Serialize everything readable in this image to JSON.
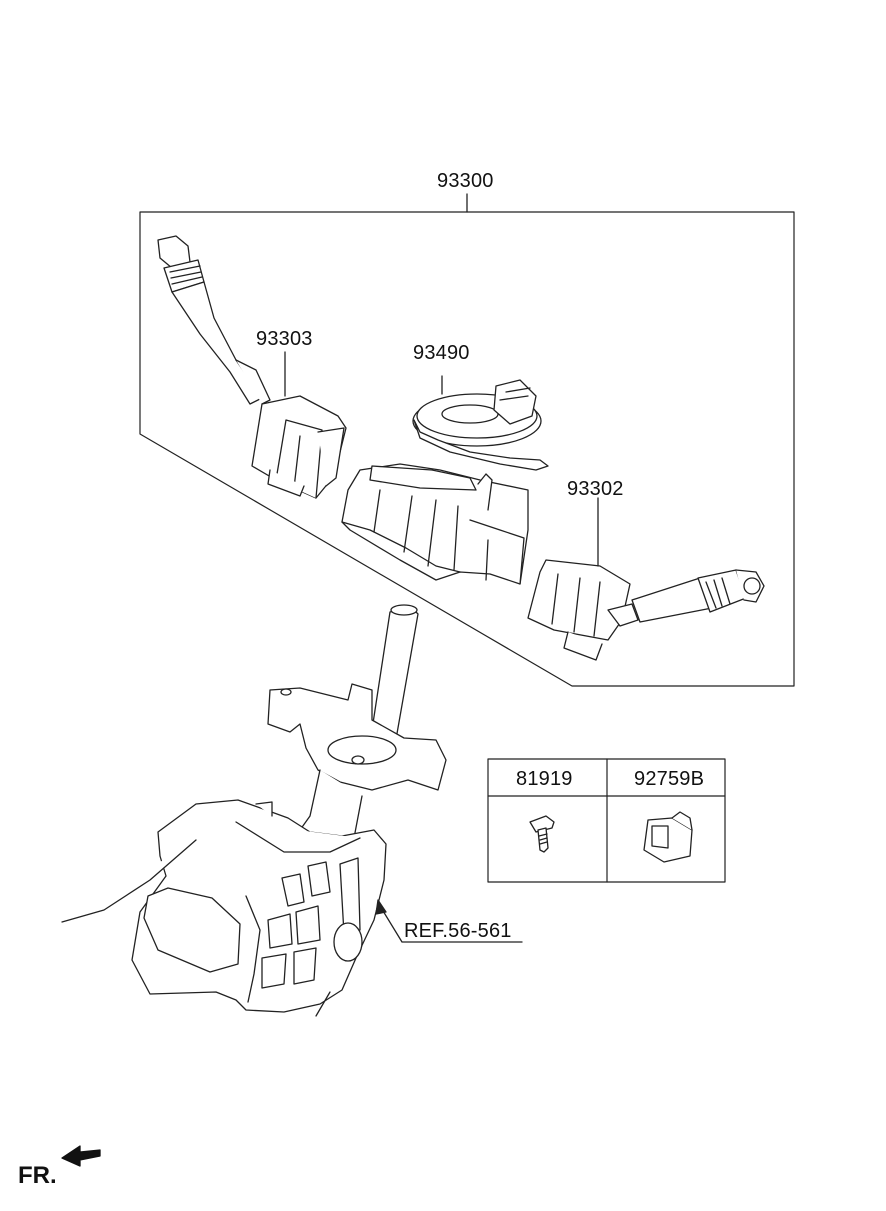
{
  "callouts": {
    "assembly": "93300",
    "left_lever": "93303",
    "clock_spring": "93490",
    "right_lever": "93302",
    "reference": "REF.56-561"
  },
  "parts_table": {
    "col1_header": "81919",
    "col2_header": "92759B",
    "col1_icon": "screw-icon",
    "col2_icon": "clip-icon"
  },
  "orientation": {
    "label": "FR."
  }
}
